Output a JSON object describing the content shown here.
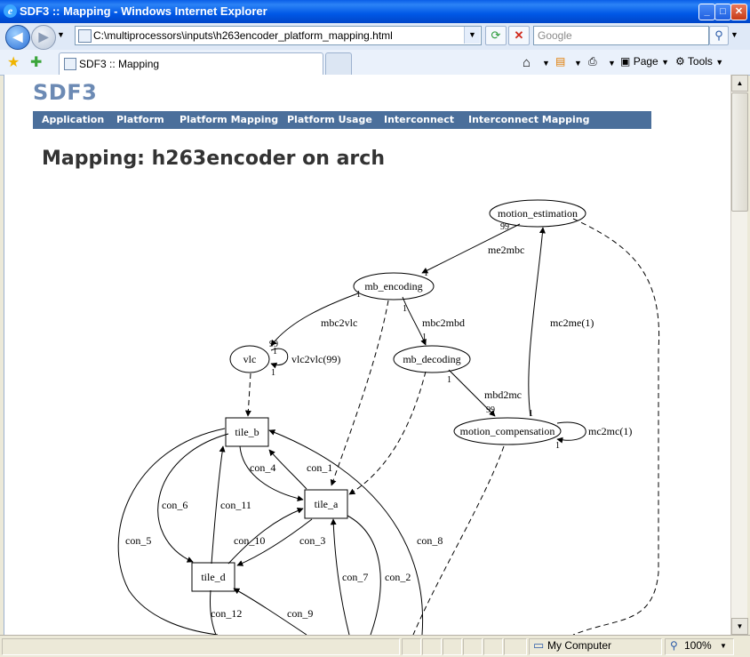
{
  "window": {
    "title": "SDF3 :: Mapping - Windows Internet Explorer",
    "minimize": "_",
    "maximize": "□",
    "close": "✕"
  },
  "address": {
    "url": "C:\\multiprocessors\\inputs\\h263encoder_platform_mapping.html",
    "search_placeholder": "Google"
  },
  "tab": {
    "label": "SDF3 :: Mapping"
  },
  "commands": {
    "page": "Page",
    "tools": "Tools"
  },
  "site": {
    "logo": "SDF3",
    "menu": [
      "Application",
      "Platform",
      "Platform Mapping",
      "Platform Usage",
      "Interconnect",
      "Interconnect Mapping"
    ],
    "page_title": "Mapping: h263encoder on arch"
  },
  "graph": {
    "actors": [
      "motion_estimation",
      "mb_encoding",
      "vlc",
      "mb_decoding",
      "motion_compensation"
    ],
    "tiles": [
      "tile_b",
      "tile_a",
      "tile_d"
    ],
    "channels": [
      "me2mbc",
      "mbc2vlc",
      "mbc2mbd",
      "vlc2vlc(99)",
      "mc2me(1)",
      "mbd2mc",
      "mc2mc(1)"
    ],
    "connections": [
      "con_1",
      "con_2",
      "con_3",
      "con_4",
      "con_5",
      "con_6",
      "con_7",
      "con_8",
      "con_9",
      "con_10",
      "con_11",
      "con_12"
    ],
    "rates": {
      "r99": "99",
      "r1": "1"
    }
  },
  "status": {
    "zone": "My Computer",
    "zoom": "100%"
  }
}
